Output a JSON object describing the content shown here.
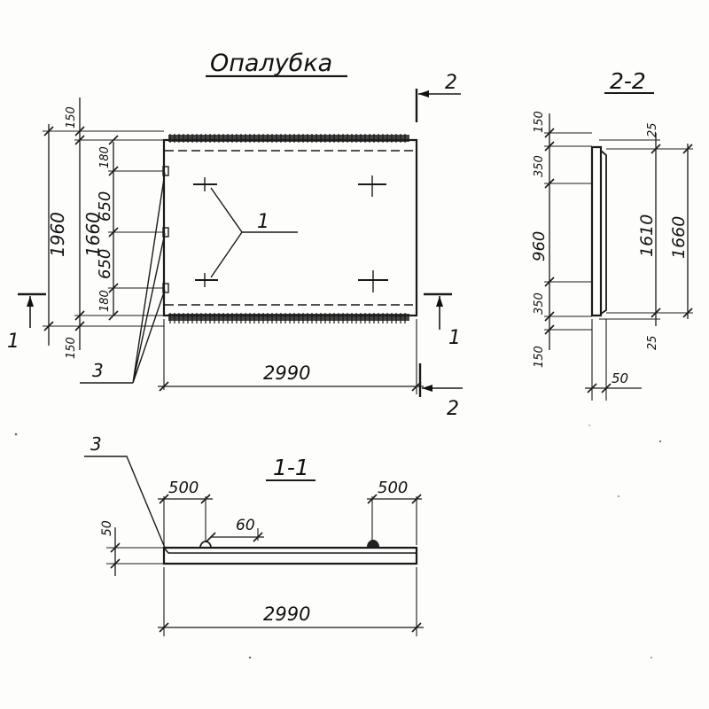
{
  "titles": {
    "main": "Опалубка",
    "section_2_2": "2-2",
    "section_1_1": "1-1"
  },
  "section_marks": {
    "cut1_left": "1",
    "cut1_right": "1",
    "cut2_top": "2",
    "cut2_bottom": "2"
  },
  "callouts": {
    "item_1": "1",
    "item_3_plan": "3",
    "item_3_section": "3"
  },
  "plan_dims": {
    "overall_height": "1960",
    "panel_height": "1660",
    "top_offset": "150",
    "bottom_offset": "150",
    "seg_top": "180",
    "seg_mid_upper": "650",
    "seg_mid_lower": "650",
    "seg_bottom": "180",
    "length": "2990"
  },
  "section22_dims": {
    "top": "150",
    "upper": "350",
    "middle": "960",
    "lower": "350",
    "bottom": "150",
    "inner_height": "1610",
    "outer_height": "1660",
    "top_gap": "25",
    "bottom_gap": "25",
    "thickness": "50"
  },
  "section11_dims": {
    "left_offset": "500",
    "right_offset": "500",
    "loop": "60",
    "thickness": "50",
    "length": "2990"
  }
}
